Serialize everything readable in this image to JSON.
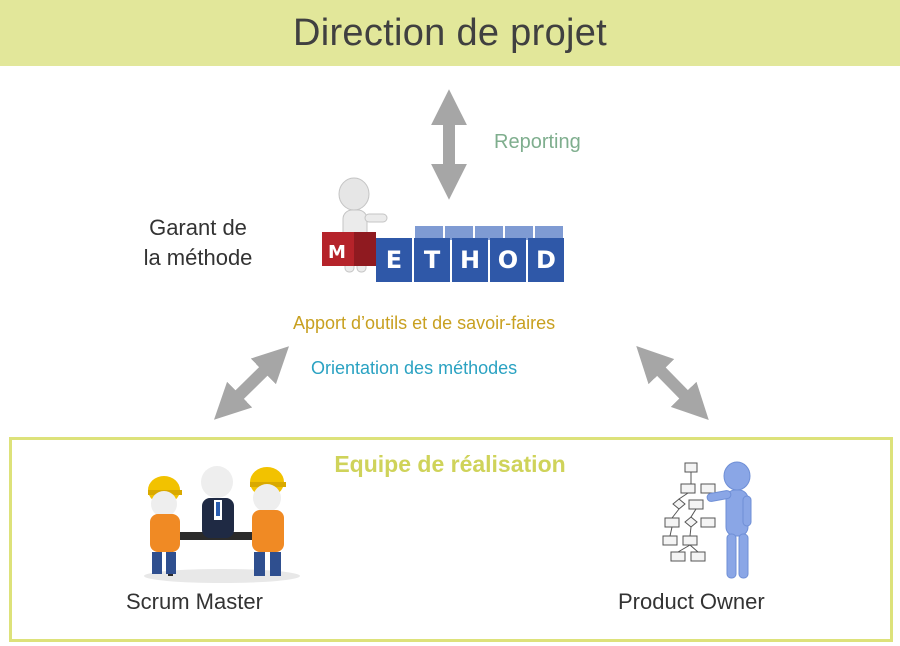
{
  "header": {
    "title": "Direction de projet"
  },
  "labels": {
    "reporting": "Reporting",
    "garant_line1": "Garant de",
    "garant_line2": "la méthode",
    "apport": "Apport d’outils et de savoir-faires",
    "orientation": "Orientation des méthodes"
  },
  "method_blocks": [
    "M",
    "E",
    "T",
    "H",
    "O",
    "D"
  ],
  "team": {
    "title": "Equipe de réalisation",
    "scrum_master": "Scrum Master",
    "product_owner": "Product Owner"
  },
  "colors": {
    "banner": "#e2e79a",
    "team_border": "#dde27a",
    "team_title": "#cfd35a",
    "reporting": "#7fae8e",
    "apport": "#c8a020",
    "orientation": "#2aa2c2",
    "arrow": "#a6a6a6",
    "block_blue": "#2f58a8",
    "block_red": "#b5232a"
  }
}
